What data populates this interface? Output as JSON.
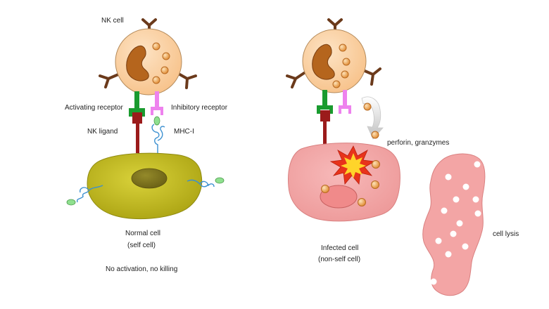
{
  "labels": {
    "nk_cell": "NK cell",
    "activating_receptor": "Activating receptor",
    "inhibitory_receptor": "Inhibitory receptor",
    "nk_ligand": "NK ligand",
    "mhc_i": "MHC-I",
    "normal_cell_line1": "Normal cell",
    "normal_cell_line2": "(self cell)",
    "no_activation": "No activation, no killing",
    "perforin": "perforin, granzymes",
    "infected_cell_line1": "Infected cell",
    "infected_cell_line2": "(non-self cell)",
    "cell_lysis": "cell lysis"
  },
  "colors": {
    "nk_body": "#fbd3a4",
    "nk_nucleus": "#b5651d",
    "granule": "#f4a460",
    "receptor_arm": "#6b3a1b",
    "activating": "#1a9b2f",
    "inhibitory": "#ee82ee",
    "ligand": "#9b1b1b",
    "mhc": "#3a8fd0",
    "peptide": "#8fe08f",
    "normal_cell": "#c8c020",
    "normal_nucleus": "#7a7020",
    "infected_cell": "#f3a5a5",
    "explosion_outer": "#e8331b",
    "explosion_inner": "#ffd42a"
  }
}
